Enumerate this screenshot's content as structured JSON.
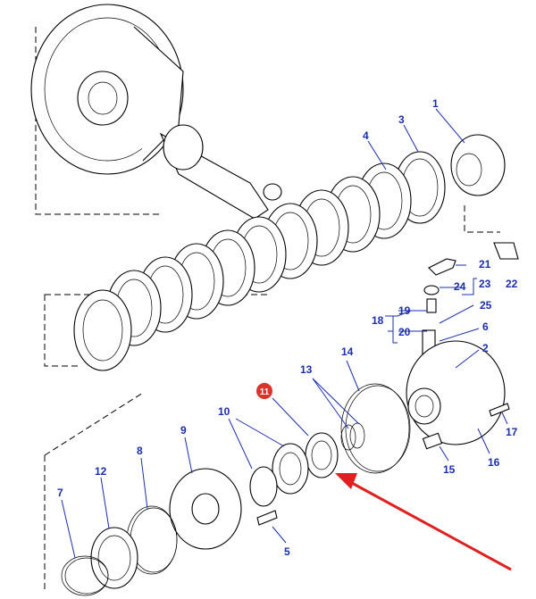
{
  "callouts": {
    "c1": "1",
    "c2": "2",
    "c3": "3",
    "c4": "4",
    "c5": "5",
    "c6": "6",
    "c7": "7",
    "c8": "8",
    "c9": "9",
    "c10": "10",
    "c11": "11",
    "c12": "12",
    "c13": "13",
    "c14": "14",
    "c15": "15",
    "c16": "16",
    "c17": "17",
    "c18": "18",
    "c19": "19",
    "c20": "20",
    "c21": "21",
    "c22": "22",
    "c23": "23",
    "c24": "24",
    "c25": "25"
  },
  "colors": {
    "callout": "#1a2fb0",
    "highlight_badge": "#d9332b",
    "arrow": "#e02020",
    "line_art": "#000000"
  },
  "highlighted_part": "11"
}
